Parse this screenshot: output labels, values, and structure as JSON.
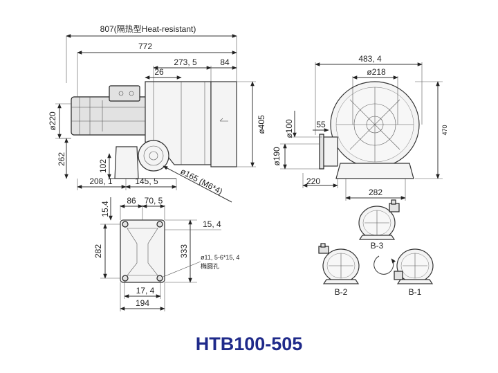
{
  "title": "HTB100-505",
  "dims": {
    "total_heat": "807(隔热型Heat-resistant)",
    "total": "772",
    "len_273": "273, 5",
    "len_84": "84",
    "len_26": "26",
    "phi220": "ø220",
    "phi405": "ø405",
    "h262": "262",
    "h102": "102",
    "w208": "208, 1",
    "w145": "145, 5",
    "flange": "ø165 (M6*4)",
    "w483": "483, 4",
    "phi218": "ø218",
    "h470": "470",
    "phi100": "ø100",
    "w55": "55",
    "phi190": "ø190",
    "w220": "220",
    "w282": "282",
    "t15a": "15.4",
    "w86": "86",
    "w70": "70, 5",
    "t15b": "15, 4",
    "h282": "282",
    "h333": "333",
    "hole": "ø11, 5-6*15, 4",
    "hole_cn": "椭圆孔",
    "w17": "17, 4",
    "w194": "194"
  },
  "views": {
    "b1": "B-1",
    "b2": "B-2",
    "b3": "B-3"
  }
}
